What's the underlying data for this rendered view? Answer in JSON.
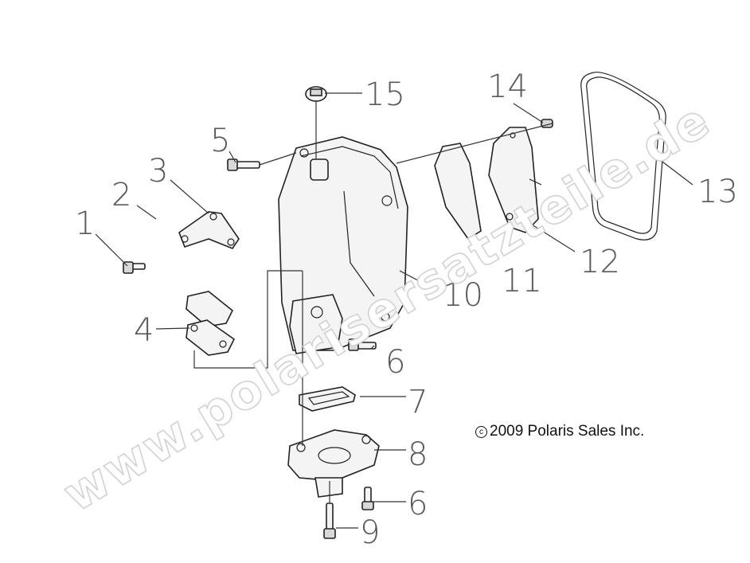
{
  "copyright": {
    "symbol": "c",
    "text": "2009 Polaris Sales Inc."
  },
  "watermark": "www.polarisersatzteile.de",
  "callouts": [
    "1",
    "2",
    "3",
    "4",
    "5",
    "6",
    "7",
    "8",
    "6",
    "9",
    "10",
    "11",
    "12",
    "13",
    "14",
    "15"
  ]
}
